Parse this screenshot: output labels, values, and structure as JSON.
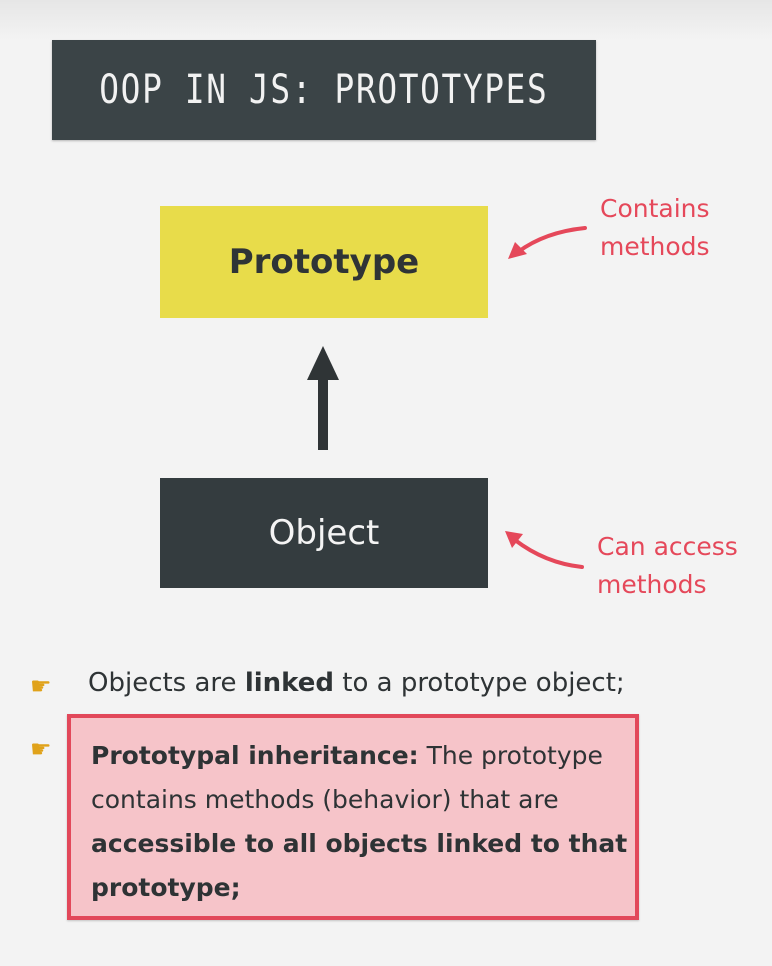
{
  "title": "OOP IN JS: PROTOTYPES",
  "diagram": {
    "prototype_label": "Prototype",
    "object_label": "Object",
    "note_top": [
      "Contains",
      "methods"
    ],
    "note_bottom": [
      "Can access",
      "methods"
    ]
  },
  "bullets": {
    "line1": {
      "pre": "Objects are ",
      "bold": "linked",
      "post": " to a prototype object;"
    },
    "line2": {
      "bold_lead": "Prototypal inheritance:",
      "row1_rest": " The prototype",
      "row2": "contains methods (behavior) that are",
      "row3_bold": "accessible to all objects linked to that",
      "row4_bold": "prototype;"
    }
  },
  "icons": {
    "bullet": "pointing-hand-icon",
    "inherit_arrow": "up-arrow-icon",
    "annotation_arrow": "curved-arrow-icon"
  },
  "colors": {
    "title_bg": "#3b4447",
    "prototype_bg": "#e8dc4a",
    "object_bg": "#343c3f",
    "accent_red": "#e5485a",
    "highlight_bg": "#f6c4c9"
  }
}
